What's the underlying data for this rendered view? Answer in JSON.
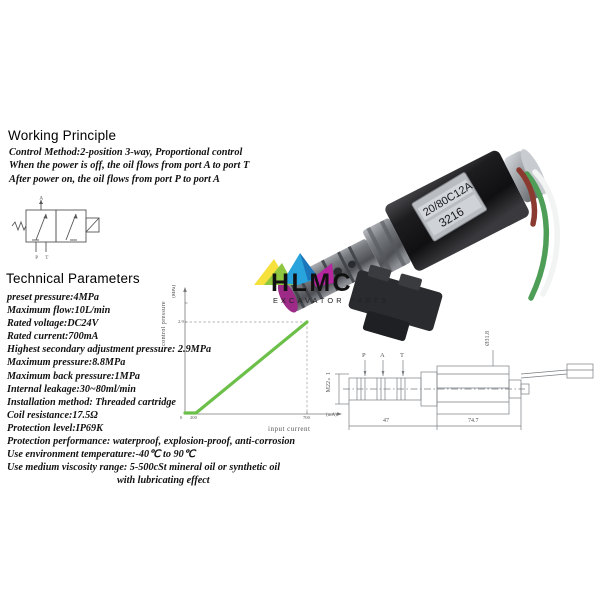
{
  "sections": {
    "working_principle_title": "Working Principle",
    "technical_parameters_title": "Technical Parameters"
  },
  "working_principle": {
    "lines": [
      "Control Method:2-position 3-way, Proportional control",
      "When the power is off, the oil flows from port A to port T",
      "After power on, the oil flows from port P to port A"
    ]
  },
  "schematic": {
    "port_p": "P",
    "port_t": "T",
    "port_a": "A"
  },
  "technical_parameters": {
    "items": [
      "preset pressure:4MPa",
      "Maximum flow:10L/min",
      "Rated voltage:DC24V",
      "Rated current:700mA",
      "Highest secondary adjustment pressure: 2.9MPa",
      "Maximum pressure:8.8MPa",
      "Maximum back pressure:1MPa",
      "Internal leakage:30~80ml/min",
      "Installation method: Threaded cartridge",
      "Coil resistance:17.5Ω",
      "Protection level:IP69K",
      "Protection performance: waterproof, explosion-proof, anti-corrosion",
      "Use environment temperature:-40℃ to 90℃",
      "Use medium viscosity range: 5-500cSt mineral oil or synthetic oil"
    ],
    "continuation": "with lubricating effect"
  },
  "chart_data": {
    "type": "line",
    "title": "",
    "xlabel": "input current",
    "ylabel": "control pressure",
    "xunit": "(mA)",
    "yunit": "(MPa)",
    "xlim": [
      0,
      800
    ],
    "ylim": [
      0,
      3.4
    ],
    "xticks": [
      "0",
      "200",
      "700"
    ],
    "yticks": [
      "0",
      "2.9"
    ],
    "grid": false,
    "legend": "none",
    "series": [
      {
        "name": "control pressure",
        "color": "#6cc04a",
        "x": [
          0,
          200,
          700
        ],
        "y": [
          0,
          0,
          2.9
        ]
      }
    ],
    "annotations": [
      {
        "text": "2.9",
        "type": "dashed-reference-y",
        "value": 2.9
      },
      {
        "text": "700",
        "type": "dashed-reference-x",
        "value": 700
      }
    ]
  },
  "logo": {
    "name": "HLMC",
    "tagline": "EXCAVATOR PARTS",
    "mark_colors": [
      "#f5e03c",
      "#8ec63f",
      "#29a3dc",
      "#1b75bb",
      "#b5259e"
    ]
  },
  "product_photo": {
    "label_line_1": "20/80C12A",
    "label_line_2": "3216",
    "body_color": "#1b1b1d",
    "metal_color": "#6e6f73",
    "wire_colors": [
      "#ffffff",
      "#4f9e58",
      "#8b3a2f"
    ]
  },
  "drawing": {
    "ports": [
      "P",
      "A",
      "T"
    ],
    "thread_label": "M22×1",
    "diameter_label": "Ø31.8",
    "dimension_left": "47",
    "dimension_right": "74.7"
  }
}
